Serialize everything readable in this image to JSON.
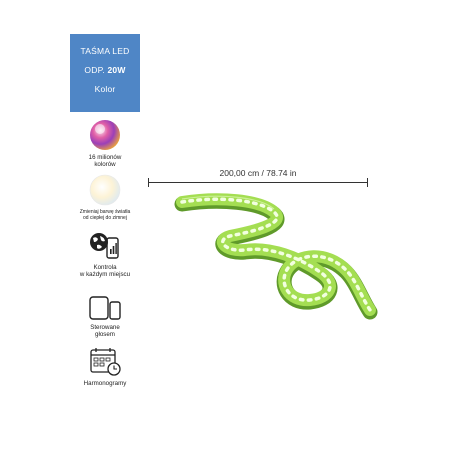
{
  "badge": {
    "line1": "TAŚMA LED",
    "line2_prefix": "ODP.",
    "line2_value": "20W",
    "line3": "Kolor",
    "color": "#4f86c6"
  },
  "features": [
    {
      "icon": "color-orb-icon",
      "label1": "16 milionów",
      "label2": "kolorów"
    },
    {
      "icon": "white-light-orb-icon",
      "label1": "Zmieniaj barwę światła",
      "label2": "od ciepłej do zimnej"
    },
    {
      "icon": "globe-phone-icon",
      "label1": "Kontrola",
      "label2": "w każdym miejscu"
    },
    {
      "icon": "smart-speaker-icon",
      "label1": "Sterowane",
      "label2": "głosem"
    },
    {
      "icon": "calendar-clock-icon",
      "label1": "Harmonogramy",
      "label2": ""
    }
  ],
  "dimension": {
    "text": "200,00 cm / 78.74 in"
  },
  "strip": {
    "icon": "led-strip-image",
    "color": "#9fdc4c"
  }
}
